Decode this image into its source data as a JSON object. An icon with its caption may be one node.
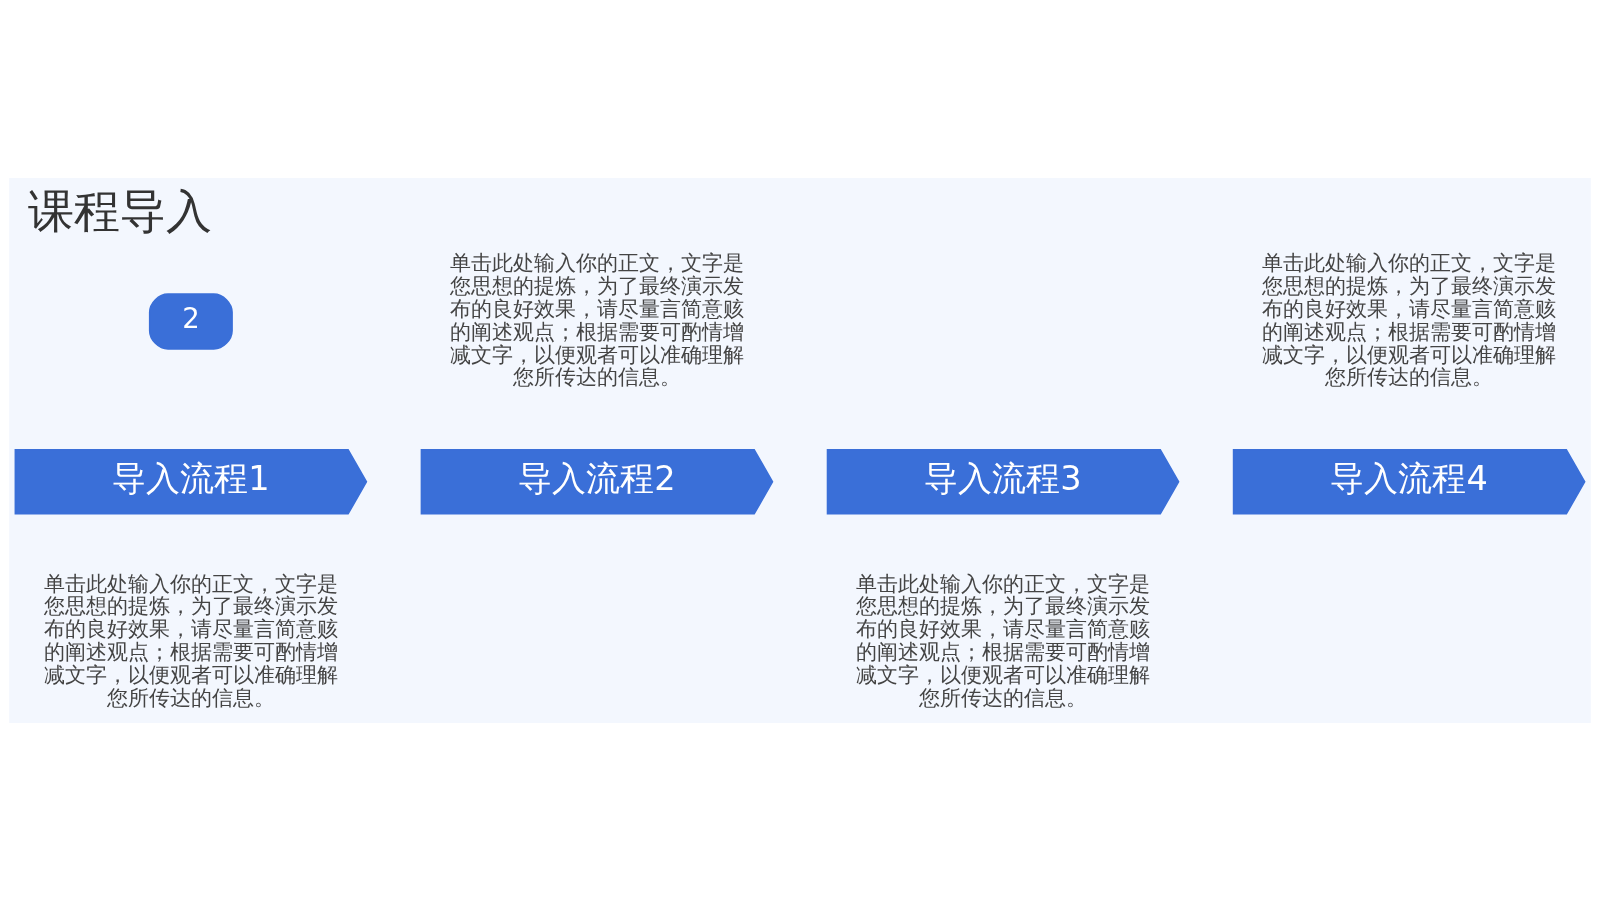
{
  "diagram": {
    "title": "课程导入",
    "nodes": [
      {
        "text": [
          "导入流程1"
        ],
        "beside": [
          "单击此处输入你的正文，文字是您思想的提炼，为了最终演示发布的良好效果，请尽量言简意赅的阐述观点；根据需要可酌情增减文字，以便观者可以准确理解您所传达的信息。"
        ]
      },
      {
        "text": [
          "导入流程2"
        ],
        "beside": [
          "单击此处输入你的正文，文字是您思想的提炼，为了最终演示发布的良好效果，请尽量言简意赅的阐述观点；根据需要可酌情增减文字，以便观者可以准确理解您所传达的信息。"
        ]
      },
      {
        "text": [
          "导入流程3"
        ],
        "beside": [
          "单击此处输入你的正文，文字是您思想的提炼，为了最终演示发布的良好效果，请尽量言简意赅的阐述观点；根据需要可酌情增减文字，以便观者可以准确理解您所传达的信息。"
        ]
      },
      {
        "text": [
          "导入流程4"
        ],
        "beside": [
          "单击此处输入你的正文，文字是您思想的提炼，为了最终演示发布的良好效果，请尽量言简意赅的阐述观点；根据需要可酌情增减文字，以便观者可以准确理解您所传达的信息。"
        ]
      }
    ],
    "edges": [],
    "labels": [
      "2"
    ]
  }
}
